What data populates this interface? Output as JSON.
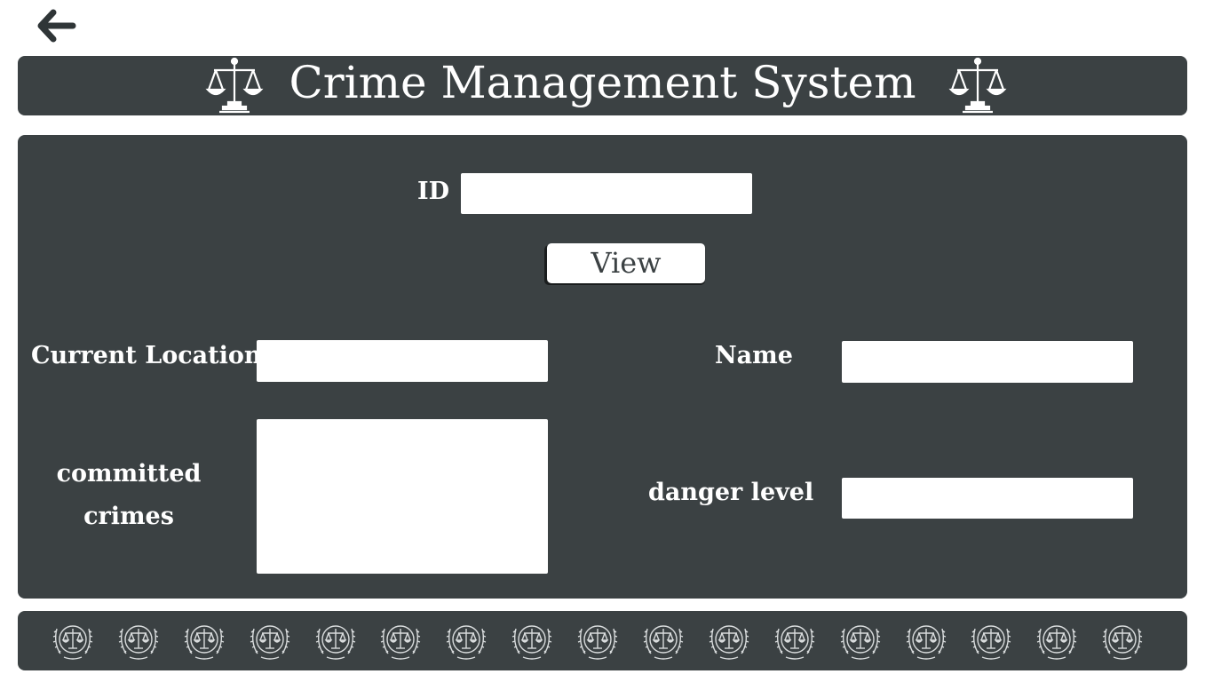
{
  "header": {
    "title": "Crime Management System",
    "back_icon": "arrow-left-icon",
    "title_icon": "scales-of-justice-icon"
  },
  "form": {
    "id_label": "ID",
    "id_value": "",
    "view_label": "View",
    "current_location_label": "Current Location",
    "current_location_value": "",
    "name_label": "Name",
    "name_value": "",
    "committed_crimes_label_line1": "committed",
    "committed_crimes_label_line2": "crimes",
    "committed_crimes_value": "",
    "danger_level_label": "danger level",
    "danger_level_value": ""
  },
  "footer": {
    "emblem_icon": "scales-laurel-emblem-icon",
    "emblem_count": 17
  },
  "colors": {
    "panel": "#3b4143",
    "text": "#ffffff",
    "field": "#ffffff"
  }
}
